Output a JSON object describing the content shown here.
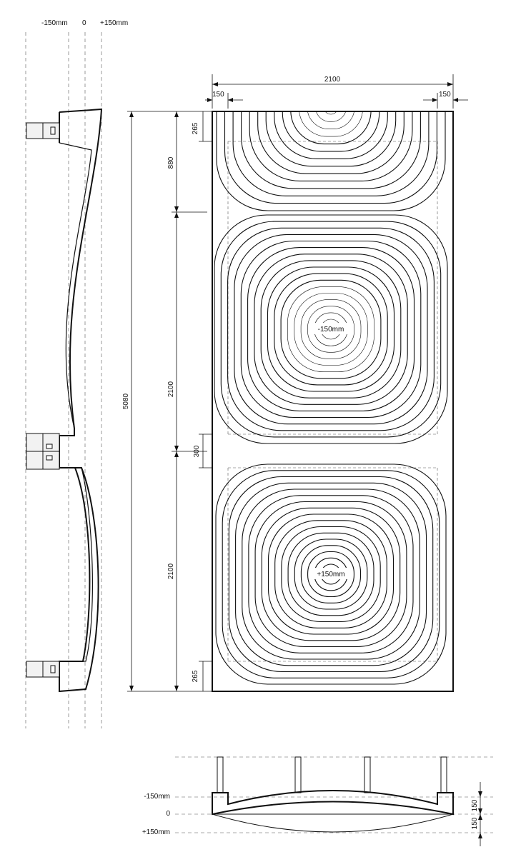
{
  "section_levels": {
    "minus": "-150mm",
    "zero": "0",
    "plus": "+150mm"
  },
  "plan": {
    "width_dim": "2100",
    "edge_left": "150",
    "edge_right": "150",
    "total_height": "5080",
    "seg_top": "880",
    "seg_mid": "2100",
    "seg_bot": "2100",
    "gap": "300",
    "top_edge": "265",
    "bot_edge": "265",
    "mid_center_label": "-150mm",
    "bot_center_label": "+150mm"
  },
  "elevation": {
    "level_minus": "-150mm",
    "level_zero": "0",
    "level_plus": "+150mm",
    "dim_upper": "150",
    "dim_lower": "150"
  }
}
